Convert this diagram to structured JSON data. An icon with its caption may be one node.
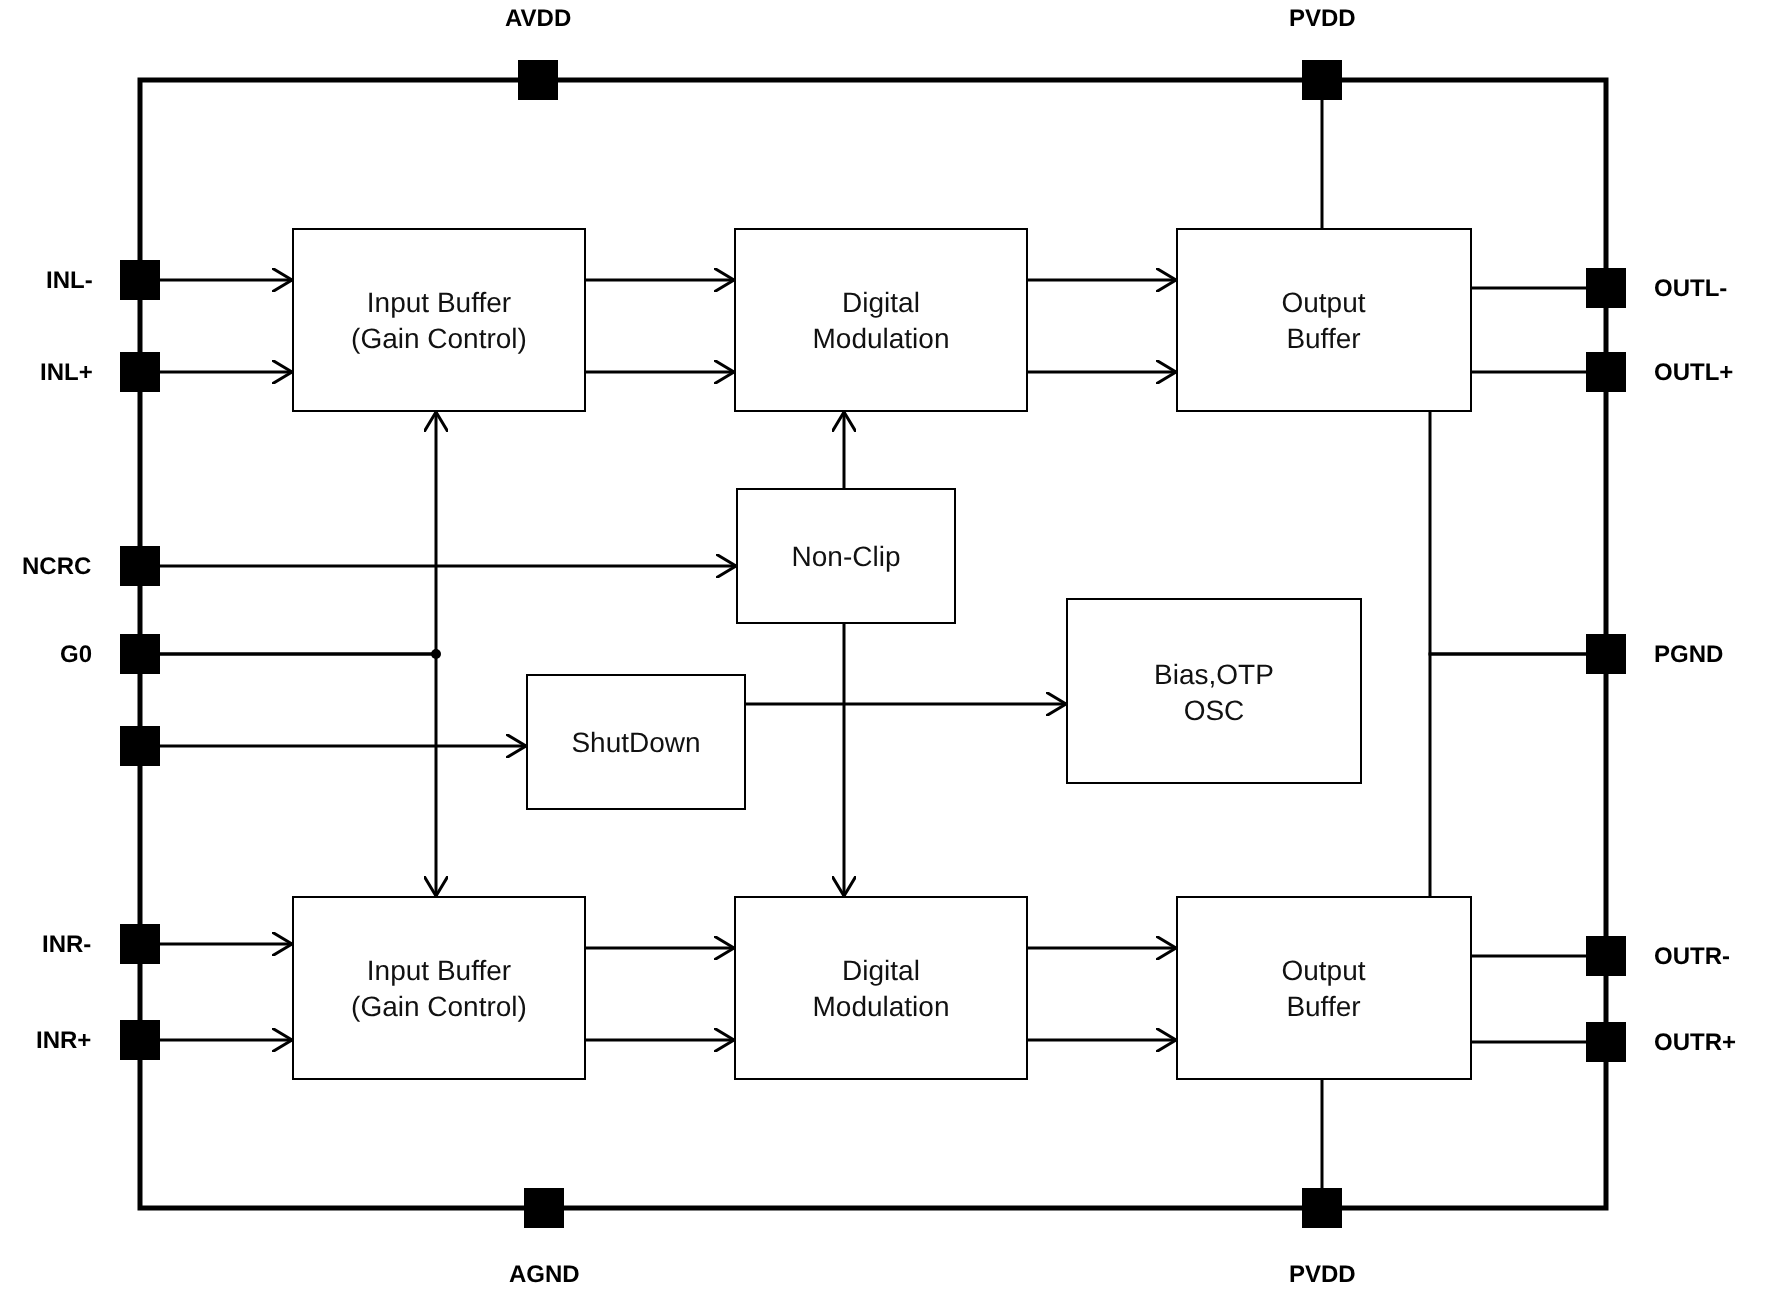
{
  "diagram": {
    "nodes": [
      {
        "text": [],
        "shape": "box",
        "beside": [
          "AVDD"
        ]
      },
      {
        "text": [],
        "shape": "box",
        "beside": [
          "PVDD"
        ]
      },
      {
        "text": [],
        "shape": "box",
        "beside": [
          "INL-"
        ]
      },
      {
        "text": [],
        "shape": "box",
        "beside": [
          "INL+"
        ]
      },
      {
        "text": [
          "Input Buffer (Gain Control)"
        ]
      },
      {
        "text": [
          "Digital Modulation"
        ]
      },
      {
        "text": [
          "Output Buffer"
        ]
      },
      {
        "text": [],
        "shape": "box",
        "beside": [
          "OUTL-"
        ]
      },
      {
        "text": [],
        "shape": "box",
        "beside": [
          "OUTL+"
        ]
      },
      {
        "text": [],
        "shape": "box",
        "beside": [
          "NCRC"
        ]
      },
      {
        "text": [
          "Non-Clip"
        ]
      },
      {
        "text": [],
        "shape": "box",
        "beside": [
          "G0"
        ]
      },
      {
        "text": [
          "Bias,OTP OSC"
        ]
      },
      {
        "text": [],
        "shape": "box",
        "beside": [
          "PGND"
        ]
      },
      {
        "text": [],
        "shape": "box"
      },
      {
        "text": [
          "ShutDown"
        ]
      },
      {
        "text": [],
        "shape": "box",
        "beside": [
          "INR-"
        ]
      },
      {
        "text": [],
        "shape": "box",
        "beside": [
          "INR+"
        ]
      },
      {
        "text": [
          "Input Buffer (Gain Control)"
        ]
      },
      {
        "text": [
          "Digital Modulation"
        ]
      },
      {
        "text": [
          "Output Buffer"
        ]
      },
      {
        "text": [],
        "shape": "box",
        "beside": [
          "OUTR-"
        ]
      },
      {
        "text": [],
        "shape": "box",
        "beside": [
          "OUTR+"
        ]
      },
      {
        "text": [],
        "shape": "box",
        "beside": [
          "AGND"
        ]
      },
      {
        "text": [],
        "shape": "box",
        "beside": [
          "PVDD"
        ]
      }
    ],
    "edges": [
      {
        "from": 2,
        "to": 4,
        "arrow": "to"
      },
      {
        "from": 3,
        "to": 4,
        "arrow": "to"
      },
      {
        "from": 4,
        "to": 5,
        "arrow": "to"
      },
      {
        "from": 4,
        "to": 5,
        "arrow": "to"
      },
      {
        "from": 5,
        "to": 6,
        "arrow": "to"
      },
      {
        "from": 5,
        "to": 6,
        "arrow": "to"
      },
      {
        "from": 6,
        "to": 7,
        "arrow": "none"
      },
      {
        "from": 6,
        "to": 8,
        "arrow": "none"
      },
      {
        "from": 1,
        "to": 6,
        "arrow": "none"
      },
      {
        "from": 9,
        "to": 10,
        "arrow": "to"
      },
      {
        "from": 10,
        "to": 5,
        "arrow": "to"
      },
      {
        "from": 10,
        "to": 19,
        "arrow": "to"
      },
      {
        "from": 11,
        "to": 4,
        "arrow": "to"
      },
      {
        "from": 11,
        "to": 18,
        "arrow": "to"
      },
      {
        "from": 14,
        "to": 15,
        "arrow": "to"
      },
      {
        "from": 15,
        "to": 12,
        "arrow": "to"
      },
      {
        "from": 13,
        "to": 6,
        "arrow": "none"
      },
      {
        "from": 13,
        "to": 20,
        "arrow": "none"
      },
      {
        "from": 16,
        "to": 18,
        "arrow": "to"
      },
      {
        "from": 17,
        "to": 18,
        "arrow": "to"
      },
      {
        "from": 18,
        "to": 19,
        "arrow": "to"
      },
      {
        "from": 18,
        "to": 19,
        "arrow": "to"
      },
      {
        "from": 19,
        "to": 20,
        "arrow": "to"
      },
      {
        "from": 19,
        "to": 20,
        "arrow": "to"
      },
      {
        "from": 20,
        "to": 21,
        "arrow": "none"
      },
      {
        "from": 20,
        "to": 22,
        "arrow": "none"
      },
      {
        "from": 20,
        "to": 24,
        "arrow": "none"
      }
    ]
  }
}
